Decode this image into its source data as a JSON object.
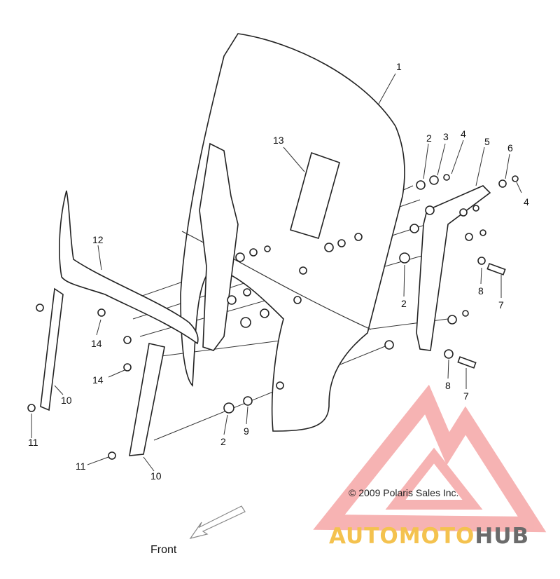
{
  "diagram": {
    "callouts": [
      "1",
      "2",
      "3",
      "4",
      "5",
      "6",
      "4",
      "8",
      "7",
      "2",
      "13",
      "12",
      "14",
      "14",
      "10",
      "11",
      "11",
      "10",
      "2",
      "9",
      "8",
      "7"
    ],
    "copyright": "© 2009 Polaris Sales Inc.",
    "front_label": "Front",
    "brand": {
      "part1": "AUTOMOTO",
      "part2": "HUB",
      "color1": "#f4c24f",
      "color2": "#f08a8a",
      "color3": "#6b6b6b"
    }
  }
}
